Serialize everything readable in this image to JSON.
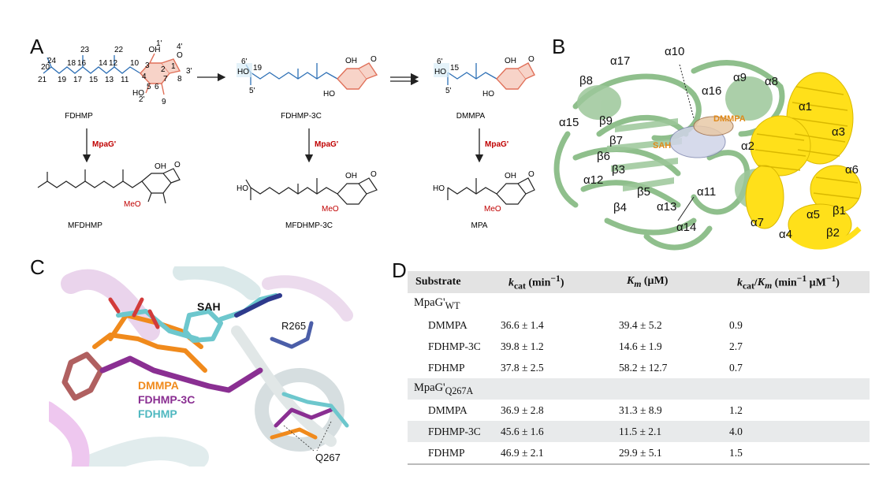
{
  "panels": {
    "a": "A",
    "b": "B",
    "c": "C",
    "d": "D"
  },
  "panel_a": {
    "compounds_top": [
      "FDHMP",
      "FDHMP-3C",
      "DMMPA"
    ],
    "compounds_bottom": [
      "MFDHMP",
      "MFDHMP-3C",
      "MPA"
    ],
    "enzyme": "MpaG'",
    "methoxy": "MeO",
    "atom_numbers": [
      "24",
      "23",
      "22",
      "20",
      "21",
      "19",
      "18",
      "17",
      "16",
      "15",
      "14",
      "13",
      "12",
      "11",
      "10",
      "1'",
      "4'",
      "1",
      "2",
      "3",
      "4",
      "5",
      "6",
      "7",
      "8",
      "9",
      "2'",
      "3'"
    ],
    "atom_numbers_3c": [
      "6'",
      "19",
      "5'"
    ],
    "atom_numbers_dmmpa": [
      "6'",
      "15",
      "5'"
    ]
  },
  "panel_b": {
    "ss_labels": [
      "α17",
      "α10",
      "α9",
      "α8",
      "β8",
      "α16",
      "α1",
      "α15",
      "β9",
      "α3",
      "β7",
      "α2",
      "α6",
      "β6",
      "β3",
      "α12",
      "β5",
      "α11",
      "α13",
      "α5",
      "β1",
      "β4",
      "α7",
      "α14",
      "α4",
      "β2"
    ],
    "ligand_labels": [
      "DMMPA",
      "SAH"
    ]
  },
  "panel_c": {
    "labels": {
      "sah": "SAH",
      "r265": "R265",
      "q267": "Q267"
    },
    "legend": [
      {
        "name": "DMMPA",
        "color": "#f08a1c"
      },
      {
        "name": "FDHMP-3C",
        "color": "#8a2f92"
      },
      {
        "name": "FDHMP",
        "color": "#4fb8c0"
      }
    ]
  },
  "table": {
    "headers": [
      "Substrate",
      "kcat (min−1)",
      "Km (μM)",
      "kcat/Km (min−1 μM−1)"
    ],
    "groups": [
      {
        "name": "MpaG'",
        "sub": "WT",
        "rows": [
          [
            "DMMPA",
            "36.6 ± 1.4",
            "39.4 ± 5.2",
            "0.9"
          ],
          [
            "FDHMP-3C",
            "39.8 ± 1.2",
            "14.6 ± 1.9",
            "2.7"
          ],
          [
            "FDHMP",
            "37.8 ± 2.5",
            "58.2 ± 12.7",
            "0.7"
          ]
        ]
      },
      {
        "name": "MpaG'",
        "sub": "Q267A",
        "rows": [
          [
            "DMMPA",
            "36.9 ± 2.8",
            "31.3 ± 8.9",
            "1.2"
          ],
          [
            "FDHMP-3C",
            "45.6 ± 1.6",
            "11.5 ± 2.1",
            "4.0"
          ],
          [
            "FDHMP",
            "46.9 ± 2.1",
            "29.9 ± 5.1",
            "1.5"
          ]
        ]
      }
    ]
  },
  "colors": {
    "green": "#8fbf8c",
    "yellow": "#ffe01a",
    "orange": "#f08a1c",
    "purple": "#8a2f92",
    "cyan": "#4fb8c0",
    "red": "#c00000"
  }
}
